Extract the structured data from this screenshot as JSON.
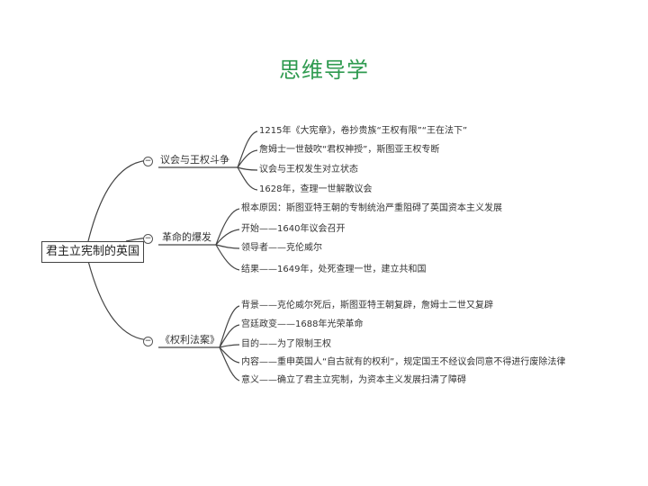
{
  "title": "思维导学",
  "root": {
    "label": "君主立宪制的英国"
  },
  "collapse_symbol": "−",
  "branches": [
    {
      "label": "议会与王权斗争",
      "items": [
        "1215年《大宪章》，卷抄贵族“王权有限”“王在法下”",
        "詹姆士一世鼓吹“君权神授”，斯图亚王权专断",
        "议会与王权发生对立状态",
        "1628年，查理一世解散议会"
      ]
    },
    {
      "label": "革命的爆发",
      "items": [
        "根本原因：斯图亚特王朝的专制统治严重阻碍了英国资本主义发展",
        "开始——1640年议会召开",
        "领导者——克伦威尔",
        "结果——1649年，处死查理一世，建立共和国"
      ]
    },
    {
      "label": "《权利法案》",
      "items": [
        "背景——克伦威尔死后，斯图亚特王朝复辟，詹姆士二世又复辟",
        "宫廷政变——1688年光荣革命",
        "目的——为了限制王权",
        "内容——重申英国人“自古就有的权利”，规定国王不经议会同意不得进行废除法律",
        "意义——确立了君主立宪制，为资本主义发展扫清了障碍"
      ]
    }
  ]
}
